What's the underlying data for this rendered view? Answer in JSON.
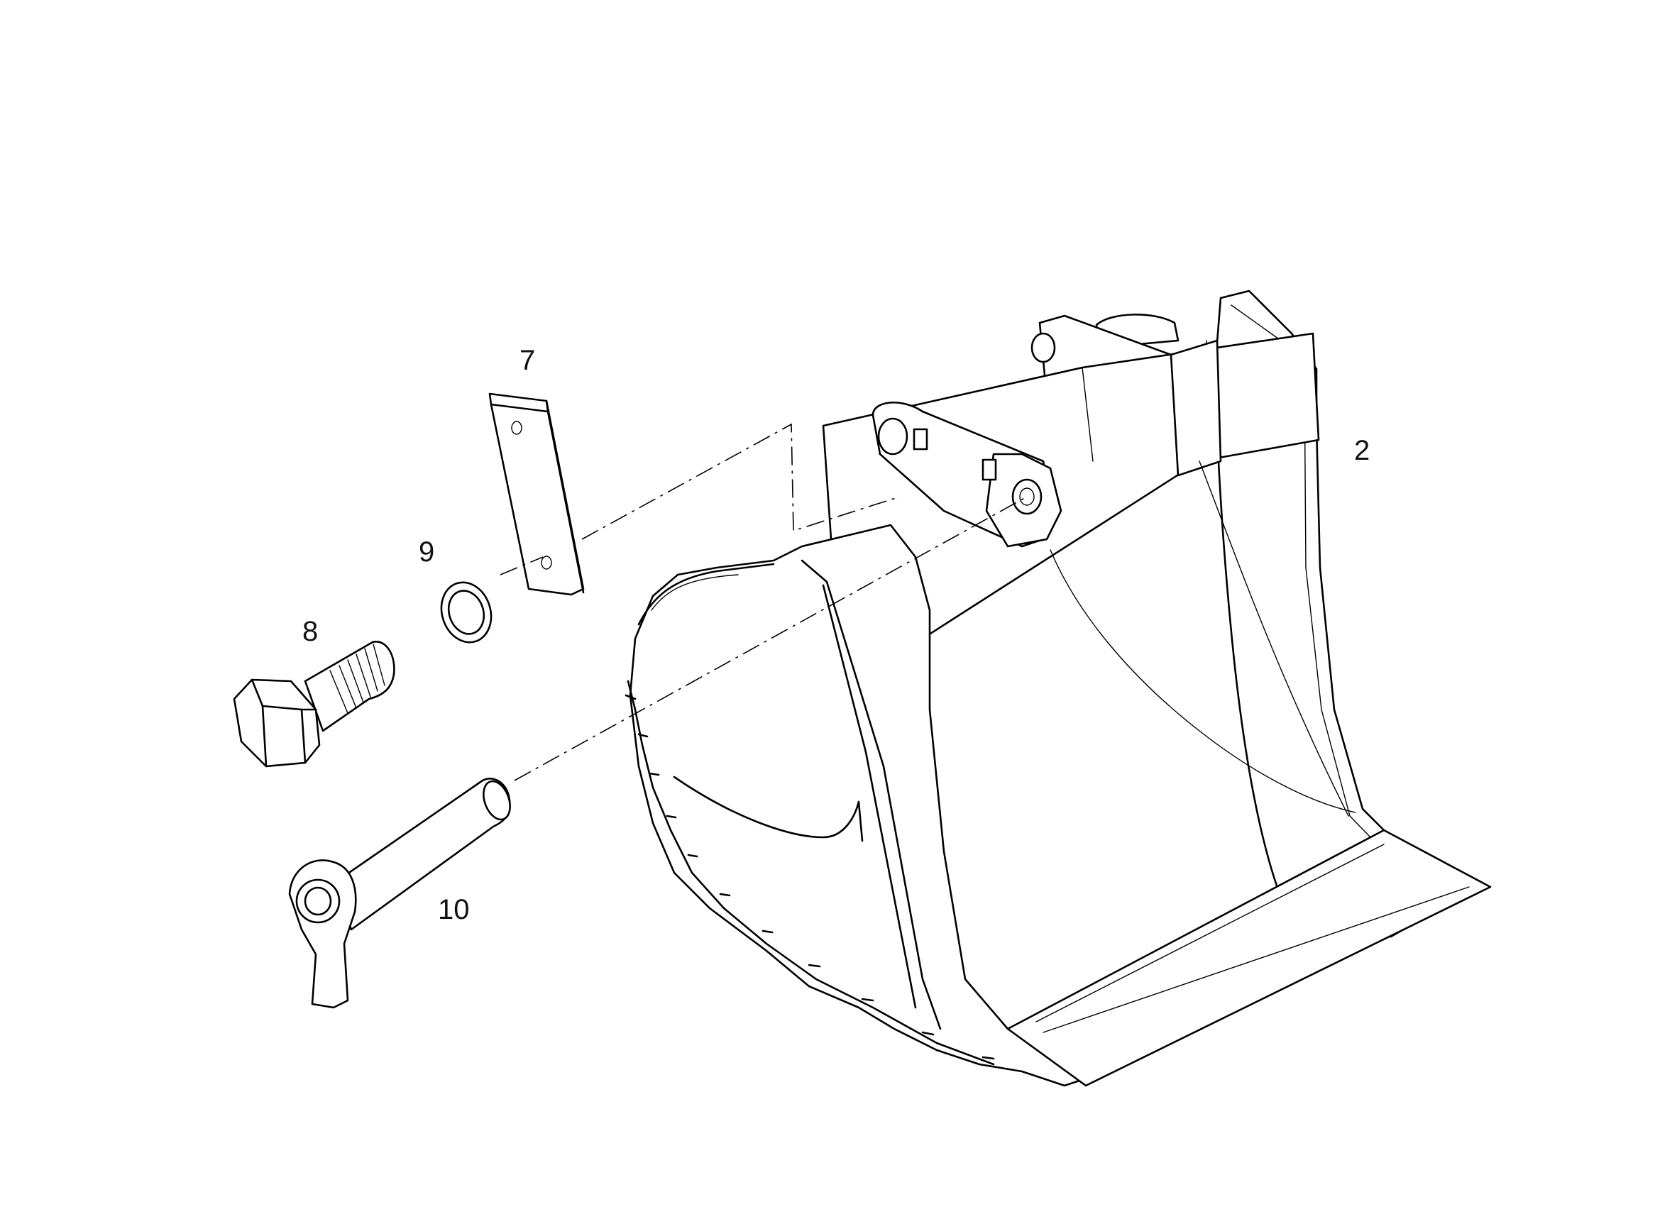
{
  "callouts": {
    "bucket": "2",
    "plate": "7",
    "bolt": "8",
    "washer": "9",
    "pin": "10"
  },
  "colors": {
    "line": "#000000",
    "background": "#ffffff"
  }
}
